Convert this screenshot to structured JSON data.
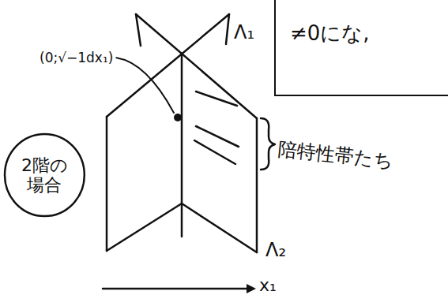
{
  "diagram": {
    "nodes": [
      {
        "text": [
          "≠0にな,"
        ]
      },
      {
        "text": [
          "2階の場合"
        ]
      }
    ],
    "labels": [
      "(0;√−1dx₁)",
      "Λ₁",
      "陪特性帯たち",
      "Λ₂",
      "x₁"
    ]
  }
}
